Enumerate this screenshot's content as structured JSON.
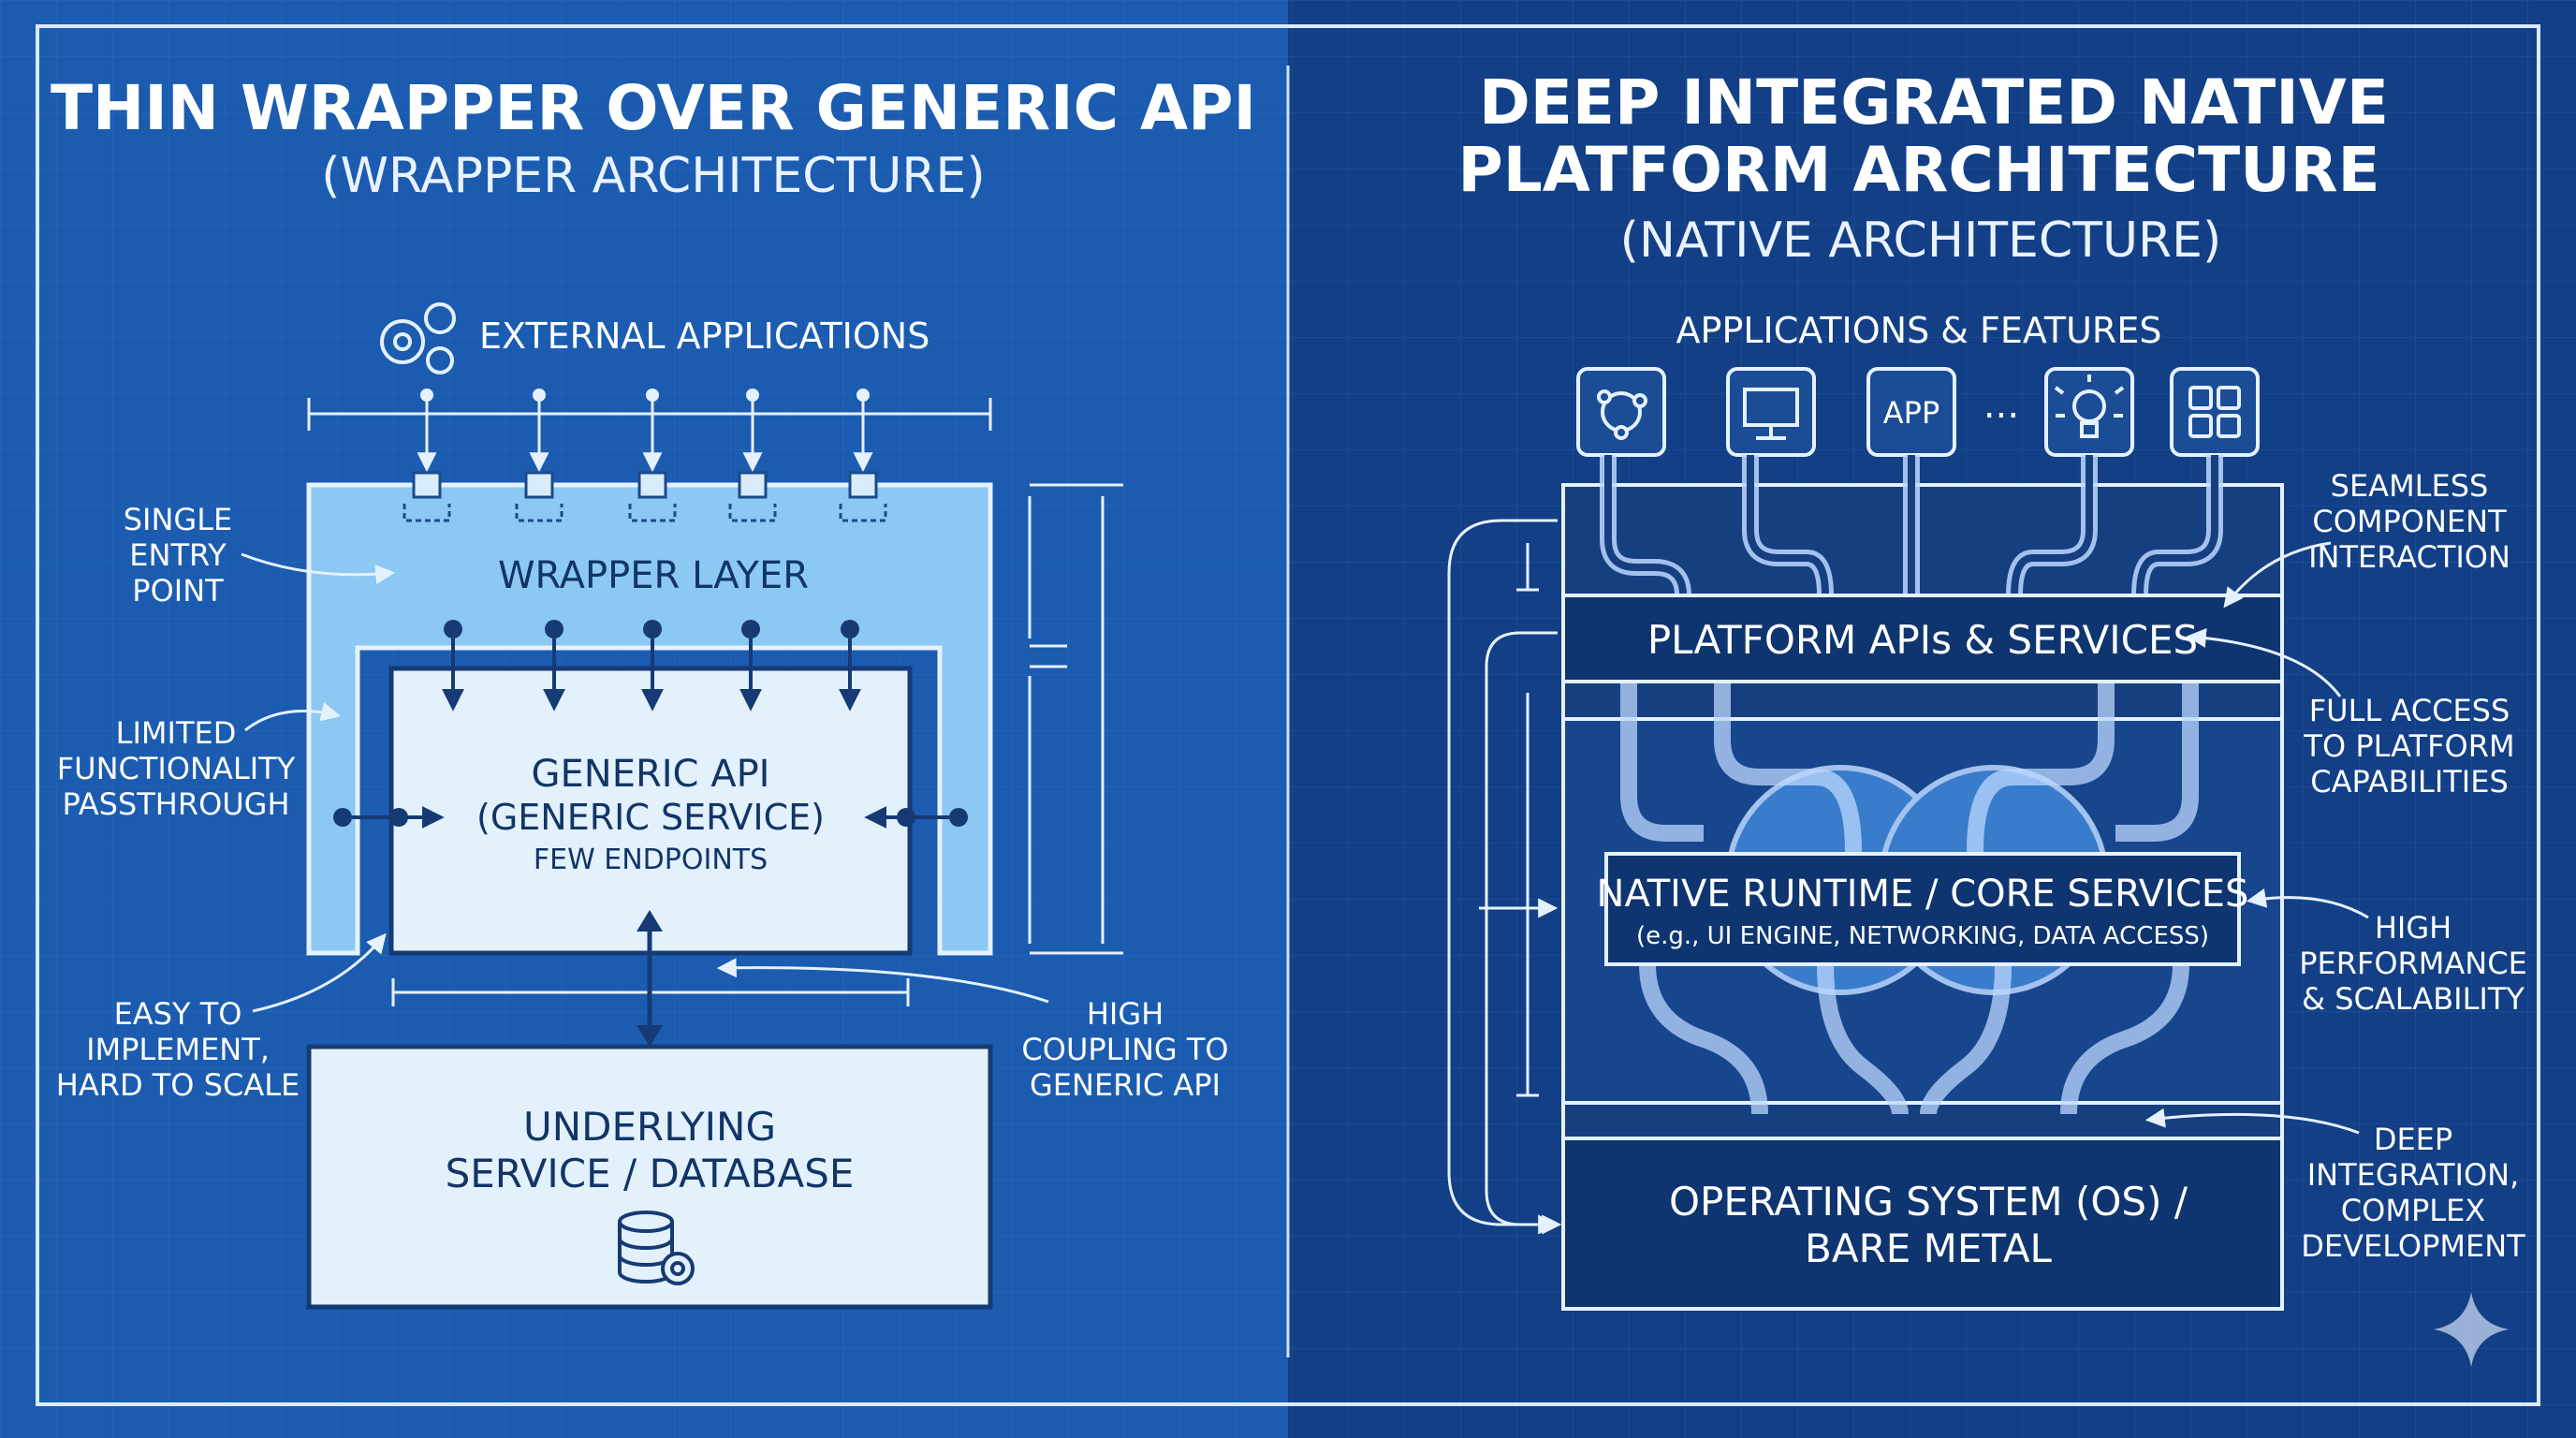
{
  "left": {
    "title": "THIN WRAPPER OVER GENERIC API",
    "subtitle": "(WRAPPER ARCHITECTURE)",
    "external_label": "EXTERNAL APPLICATIONS",
    "wrapper_layer": "WRAPPER LAYER",
    "generic_api": [
      "GENERIC API",
      "(GENERIC SERVICE)",
      "FEW ENDPOINTS"
    ],
    "underlying": [
      "UNDERLYING",
      "SERVICE / DATABASE"
    ],
    "ann_single": [
      "SINGLE",
      "ENTRY",
      "POINT"
    ],
    "ann_limited": [
      "LIMITED",
      "FUNCTIONALITY",
      "PASSTHROUGH"
    ],
    "ann_easy": [
      "EASY TO",
      "IMPLEMENT,",
      "HARD TO SCALE"
    ],
    "ann_coupling": [
      "HIGH",
      "COUPLING TO",
      "GENERIC API"
    ],
    "icons": {
      "gears": "gears-icon",
      "database": "database-gear-icon"
    }
  },
  "right": {
    "title": [
      "DEEP INTEGRATED NATIVE",
      "PLATFORM ARCHITECTURE"
    ],
    "subtitle": "(NATIVE ARCHITECTURE)",
    "apps_label": "APPLICATIONS & FEATURES",
    "app_icons": [
      "network-icon",
      "monitor-icon",
      "app-icon",
      "ellipsis-icon",
      "lightbulb-icon",
      "grid-icon"
    ],
    "app_text": "APP",
    "ellipsis": "...",
    "platform_apis": "PLATFORM APIs & SERVICES",
    "native_runtime": [
      "NATIVE RUNTIME / CORE SERVICES",
      "(e.g., UI ENGINE, NETWORKING, DATA ACCESS)"
    ],
    "os": [
      "OPERATING SYSTEM (OS) /",
      "BARE METAL"
    ],
    "ann_seamless": [
      "SEAMLESS",
      "COMPONENT",
      "INTERACTION"
    ],
    "ann_full": [
      "FULL ACCESS",
      "TO PLATFORM",
      "CAPABILITIES"
    ],
    "ann_high": [
      "HIGH",
      "PERFORMANCE",
      "& SCALABILITY"
    ],
    "ann_deep": [
      "DEEP",
      "INTEGRATION,",
      "COMPLEX",
      "DEVELOPMENT"
    ]
  },
  "colors": {
    "left_bg": "#1b5cb0",
    "right_bg": "#123f86",
    "light_box": "#e3f1fd",
    "wrapper_box": "#8cc8f4",
    "dark_box": "#16407e"
  }
}
